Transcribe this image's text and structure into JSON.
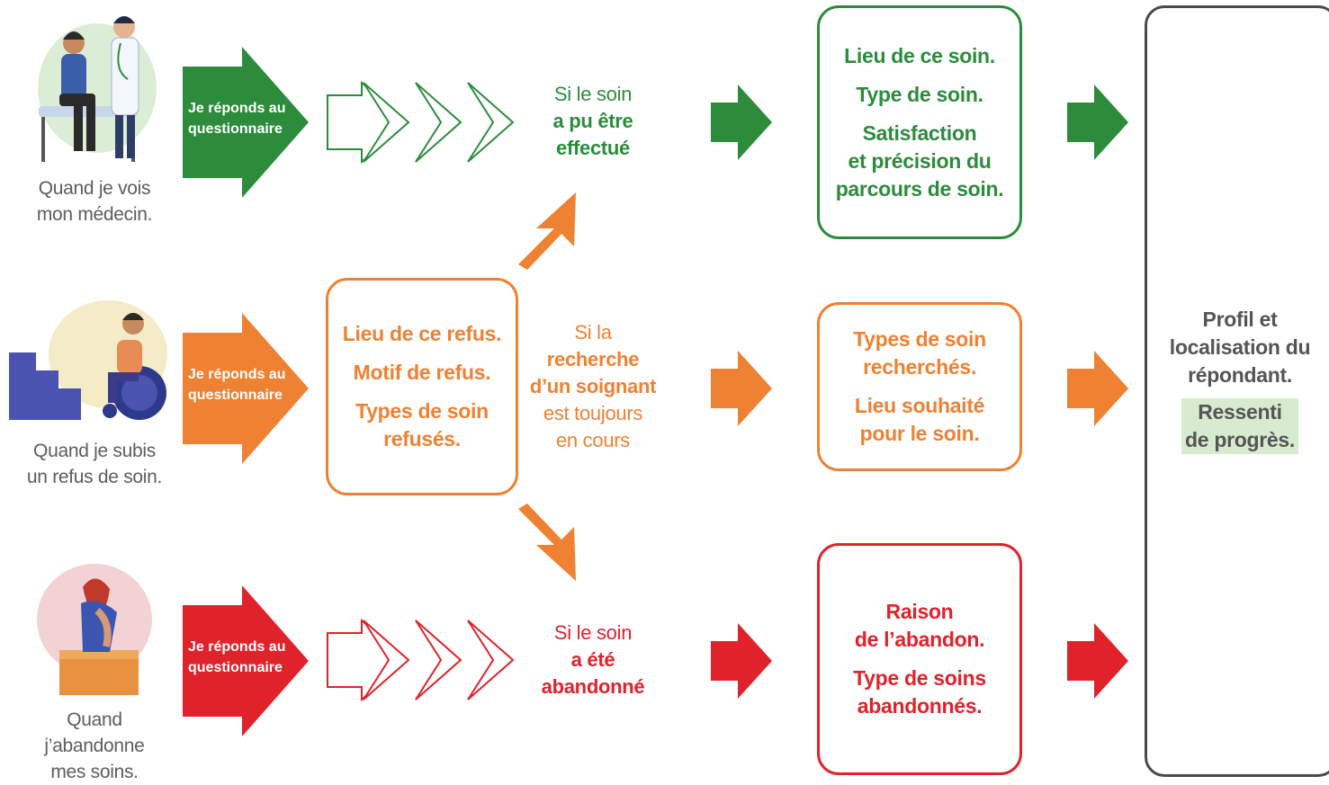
{
  "colors": {
    "green": "#2c8c3c",
    "orange": "#ef8133",
    "red": "#e0222b",
    "grey": "#4a4a4a"
  },
  "rows": [
    {
      "icon": "doctor-visit-illustration",
      "caption": [
        "Quand je vois",
        "mon médecin."
      ],
      "arrow_label": [
        "Je réponds au",
        "questionnaire"
      ],
      "condition": [
        "Si le soin",
        "a pu être",
        "effectué"
      ],
      "box": [
        "Lieu de ce soin.",
        "Type de soin.",
        "Satisfaction\net précision du\nparcours de soin."
      ]
    },
    {
      "icon": "wheelchair-stairs-illustration",
      "caption": [
        "Quand je subis",
        "un refus de soin."
      ],
      "arrow_label": [
        "Je réponds au",
        "questionnaire"
      ],
      "refusal_box": [
        "Lieu de ce refus.",
        "Motif de refus.",
        "Types de soin\nrefusés."
      ],
      "condition": [
        "Si la",
        "recherche",
        "d’un soignant",
        "est toujours",
        "en cours"
      ],
      "box": [
        "Types de soin\nrecherchés.",
        "Lieu souhaité\npour le soin."
      ]
    },
    {
      "icon": "sad-person-illustration",
      "caption": [
        "Quand",
        "j’abandonne",
        "mes soins."
      ],
      "arrow_label": [
        "Je réponds au",
        "questionnaire"
      ],
      "condition": [
        "Si le soin",
        "a été",
        "abandonné"
      ],
      "box": [
        "Raison\nde l’abandon.",
        "Type de soins\nabandonnés."
      ]
    }
  ],
  "final": {
    "text": "Profil et\nlocalisation du\nrépondant.",
    "highlight": "Ressenti\nde progrès."
  }
}
